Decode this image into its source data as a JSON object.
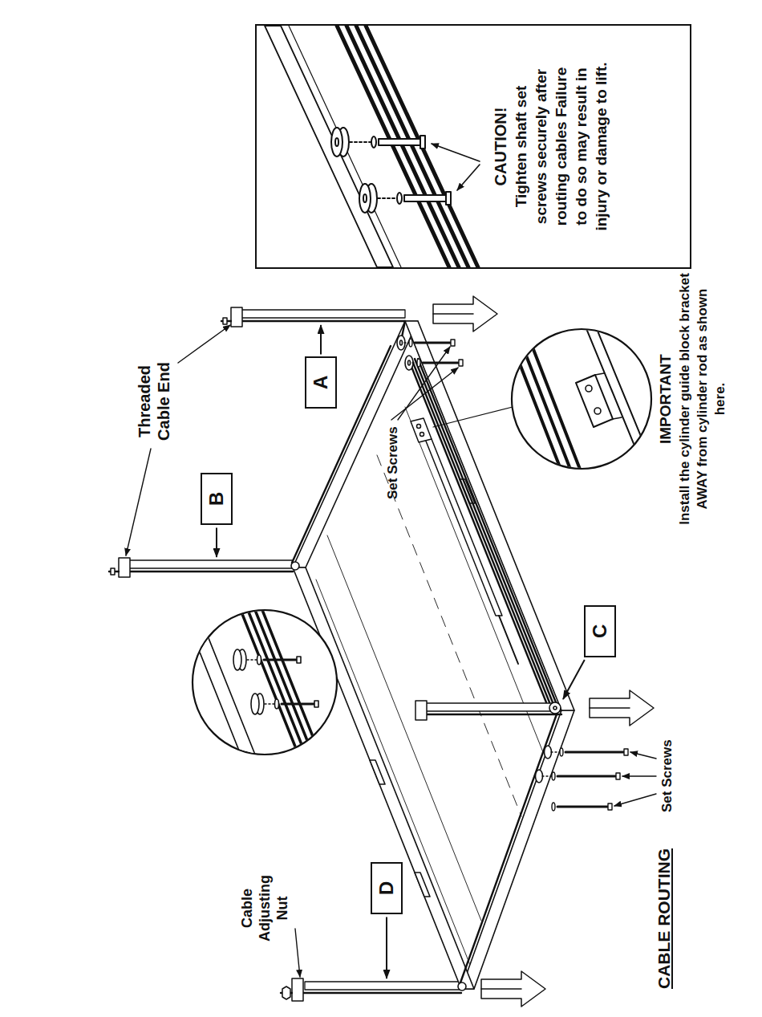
{
  "diagram": {
    "title": "CABLE ROUTING",
    "nodes": [
      {
        "text": [
          "B"
        ]
      },
      {
        "text": [
          "A"
        ]
      },
      {
        "text": [
          "D"
        ]
      },
      {
        "text": [
          "C"
        ]
      },
      {
        "text": [
          "CAUTION!",
          "Tighten shaft set screws securely after routing cables Failure to do so may result in injury or damage to lift."
        ]
      }
    ],
    "labels": [
      "Threaded Cable End",
      "Cable Adjusting Nut",
      "Set Screws",
      "Set Screws",
      "IMPORTANT",
      "Install the cylinder guide block bracket AWAY from cylinder rod as shown here."
    ]
  }
}
